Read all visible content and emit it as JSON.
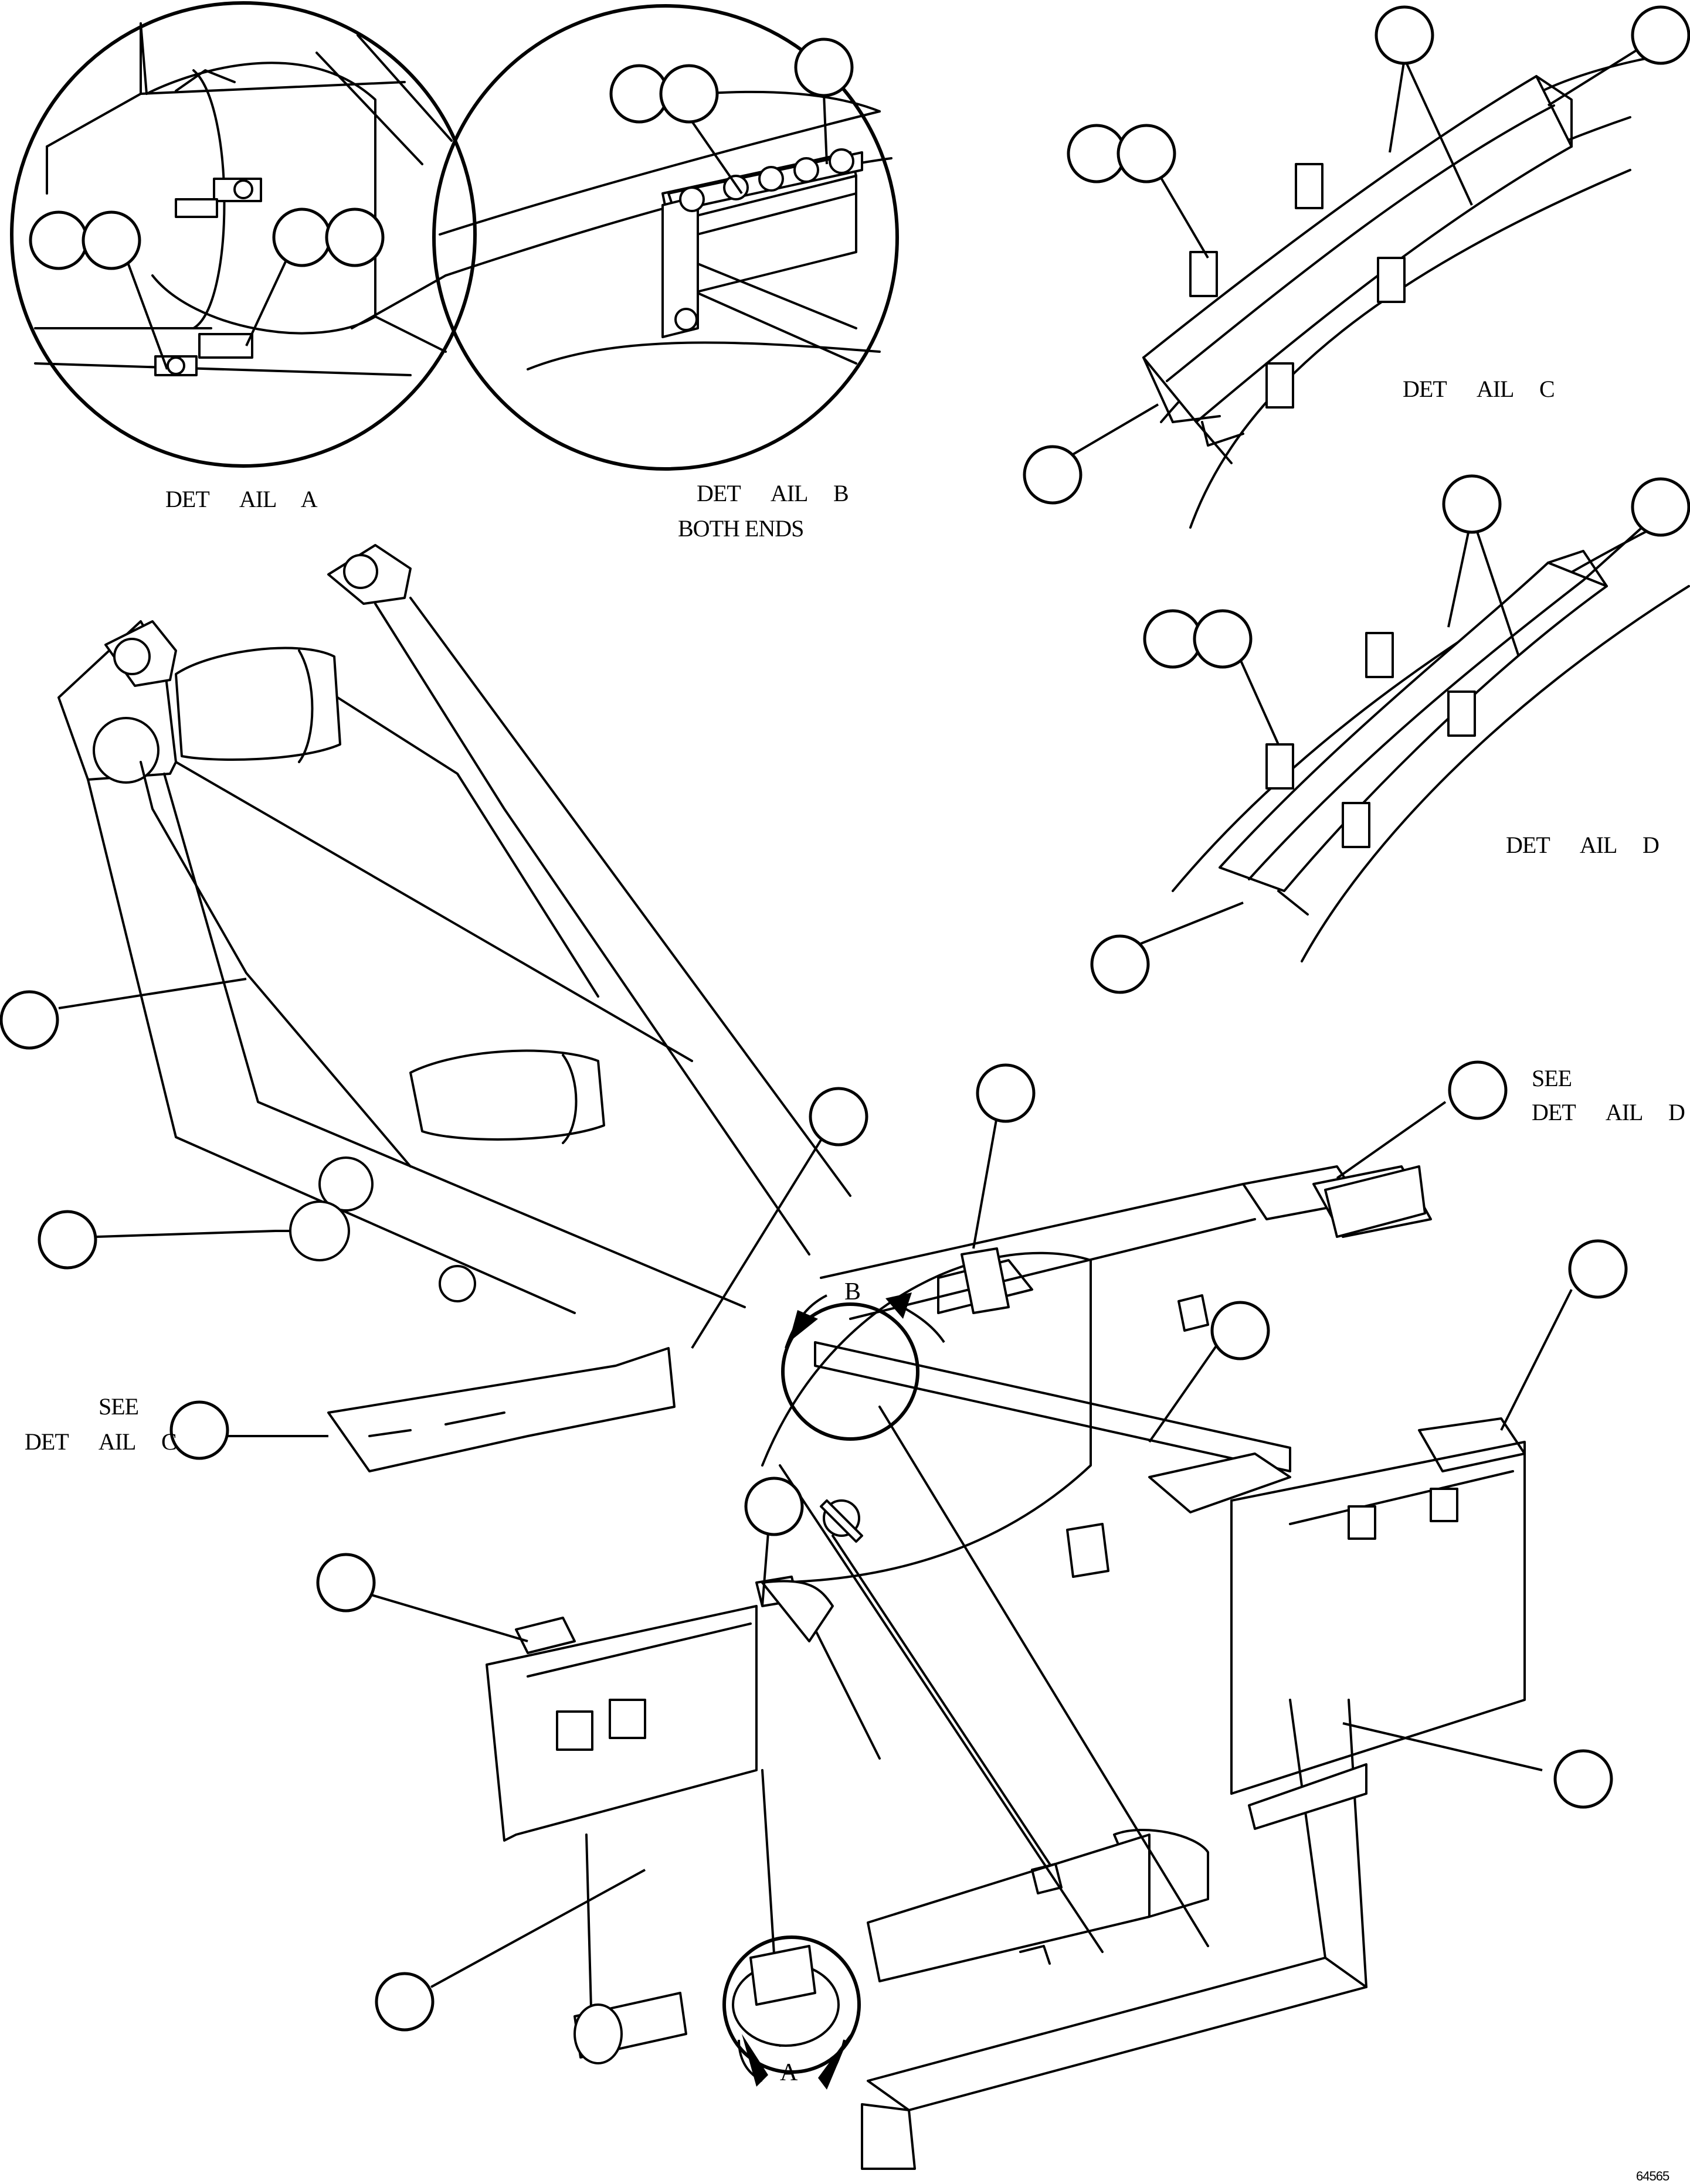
{
  "labels": {
    "detail_a": "DET      AIL     A",
    "detail_b": "DET      AIL     B",
    "detail_b_note": "BOTH ENDS",
    "detail_c": "DET      AIL     C",
    "detail_d": "DET      AIL     D",
    "see_detail_d_see": "SEE",
    "see_detail_d": "DET      AIL     D",
    "see_detail_c_see": "SEE",
    "see_detail_c": "DET      AIL     C",
    "view_b": "B",
    "view_a": "A",
    "figure_number": "64565"
  }
}
